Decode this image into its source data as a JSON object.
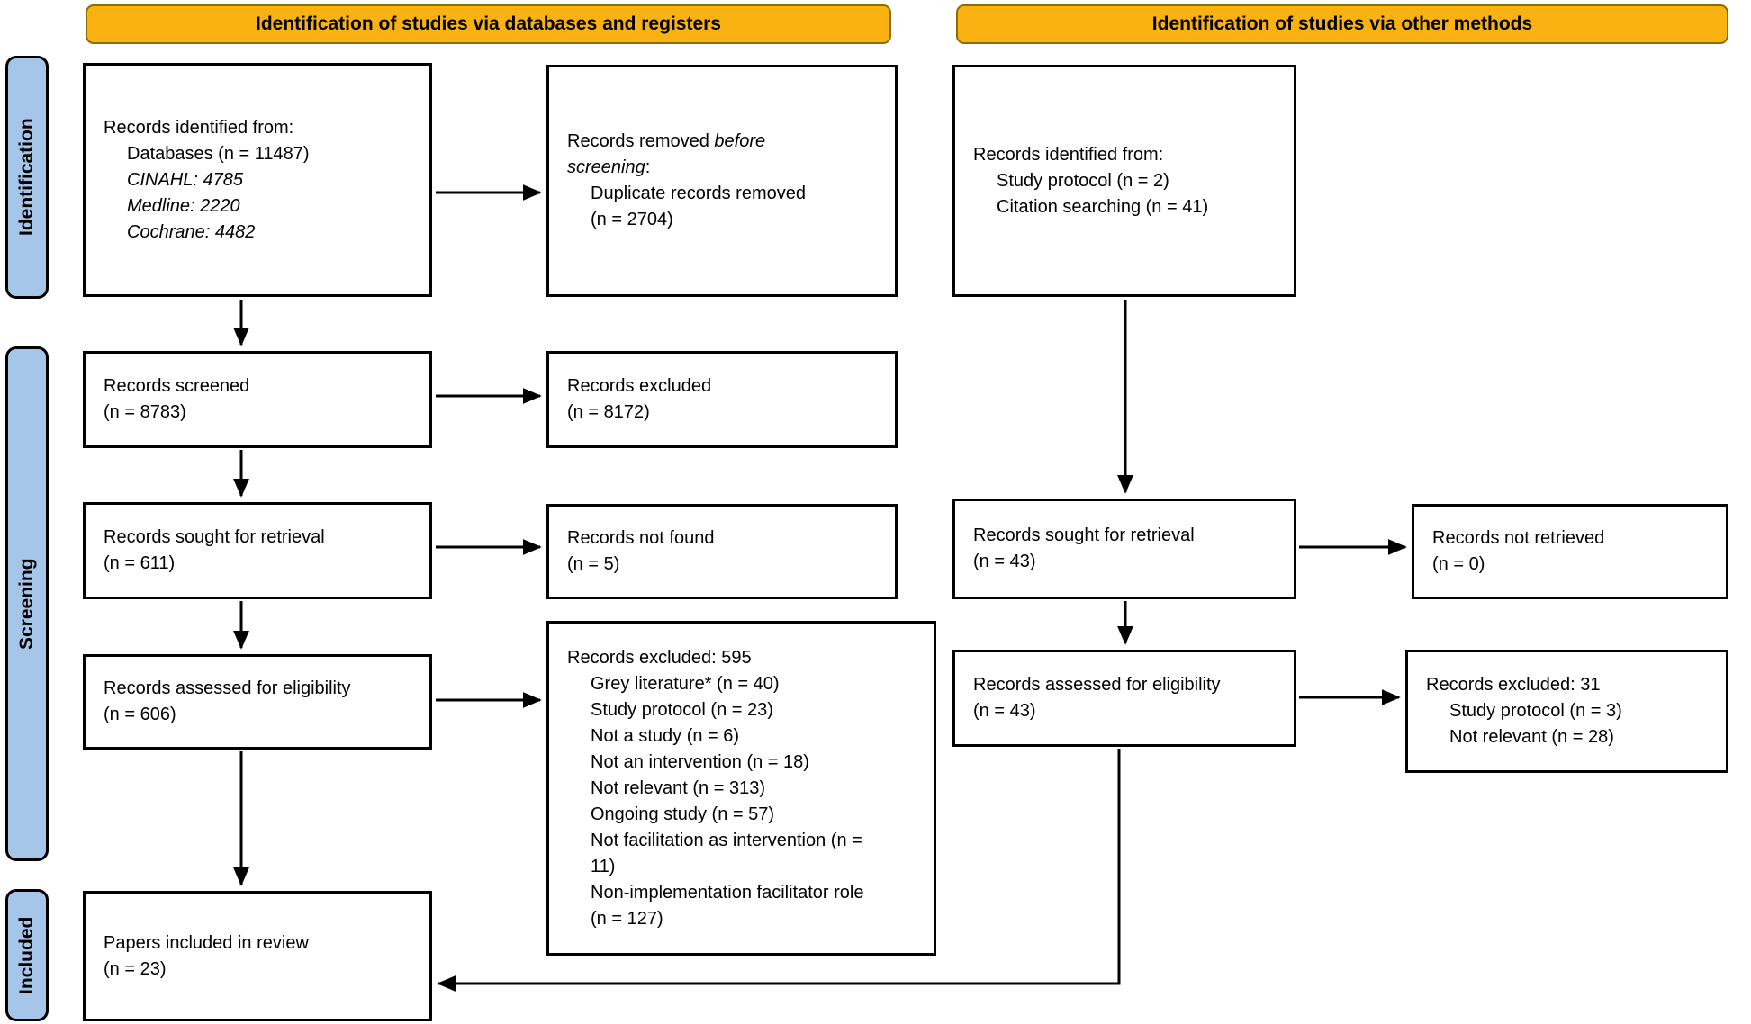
{
  "palette": {
    "header_bg": "#F9B211",
    "header_border": "#8a6d00",
    "sidebar_bg": "#A5C6E9",
    "box_border": "#000000",
    "arrow_color": "#000000"
  },
  "headers": [
    {
      "label": "Identification of studies via databases and registers"
    },
    {
      "label": "Identification of studies via other methods"
    }
  ],
  "sidebar": [
    {
      "label": "Identification"
    },
    {
      "label": "Screening"
    },
    {
      "label": "Included"
    }
  ],
  "boxes": {
    "identified_databases": [
      {
        "text": "Records identified from:"
      },
      {
        "text": "Databases (n = 11487)",
        "indent": true
      },
      {
        "text": "CINAHL: 4785",
        "indent": true,
        "italic": true
      },
      {
        "text": "Medline: 2220",
        "indent": true,
        "italic": true
      },
      {
        "text": "Cochrane: 4482",
        "indent": true,
        "italic": true
      }
    ],
    "removed_before_screening": [
      {
        "parts": [
          {
            "text": "Records removed "
          },
          {
            "text": "before",
            "italic": true
          }
        ]
      },
      {
        "parts": [
          {
            "text": "screening",
            "italic": true
          },
          {
            "text": ":"
          }
        ]
      },
      {
        "text": "Duplicate records removed",
        "indent": true
      },
      {
        "text": "(n = 2704)",
        "indent": true
      }
    ],
    "records_screened": [
      {
        "text": "Records screened"
      },
      {
        "text": "(n = 8783)"
      }
    ],
    "records_excluded_screen": [
      {
        "text": "Records excluded"
      },
      {
        "text": "(n = 8172)"
      }
    ],
    "sought_retrieval_db": [
      {
        "text": "Records sought for retrieval"
      },
      {
        "text": "(n = 611)"
      }
    ],
    "records_not_found": [
      {
        "text": "Records not found"
      },
      {
        "text": "(n = 5)"
      }
    ],
    "assessed_eligibility_db": [
      {
        "text": "Records assessed for eligibility"
      },
      {
        "text": "(n = 606)"
      }
    ],
    "records_excluded_595": [
      {
        "text": "Records excluded: 595"
      },
      {
        "text": "Grey literature* (n = 40)",
        "indent": true
      },
      {
        "text": "Study protocol (n = 23)",
        "indent": true
      },
      {
        "text": "Not a study (n = 6)",
        "indent": true
      },
      {
        "text": "Not an intervention (n = 18)",
        "indent": true
      },
      {
        "text": "Not relevant (n = 313)",
        "indent": true
      },
      {
        "text": "Ongoing study (n = 57)",
        "indent": true
      },
      {
        "text": "Not facilitation as intervention (n =",
        "indent": true
      },
      {
        "text": "11)",
        "indent": true
      },
      {
        "text": "Non-implementation facilitator role",
        "indent": true
      },
      {
        "text": "(n = 127)",
        "indent": true
      }
    ],
    "papers_included": [
      {
        "text": "Papers included in review"
      },
      {
        "text": "(n = 23)"
      }
    ],
    "identified_other": [
      {
        "text": "Records identified from:"
      },
      {
        "text": "Study protocol (n = 2)",
        "indent": true
      },
      {
        "text": "Citation searching (n = 41)",
        "indent": true
      }
    ],
    "sought_retrieval_other": [
      {
        "text": "Records sought for retrieval"
      },
      {
        "text": "(n = 43)"
      }
    ],
    "records_not_retrieved": [
      {
        "text": "Records not retrieved"
      },
      {
        "text": "(n = 0)"
      }
    ],
    "assessed_eligibility_other": [
      {
        "text": "Records assessed for eligibility"
      },
      {
        "text": "(n = 43)"
      }
    ],
    "records_excluded_31": [
      {
        "text": "Records excluded: 31"
      },
      {
        "text": "Study protocol (n = 3)",
        "indent": true
      },
      {
        "text": "Not relevant (n = 28)",
        "indent": true
      }
    ]
  }
}
